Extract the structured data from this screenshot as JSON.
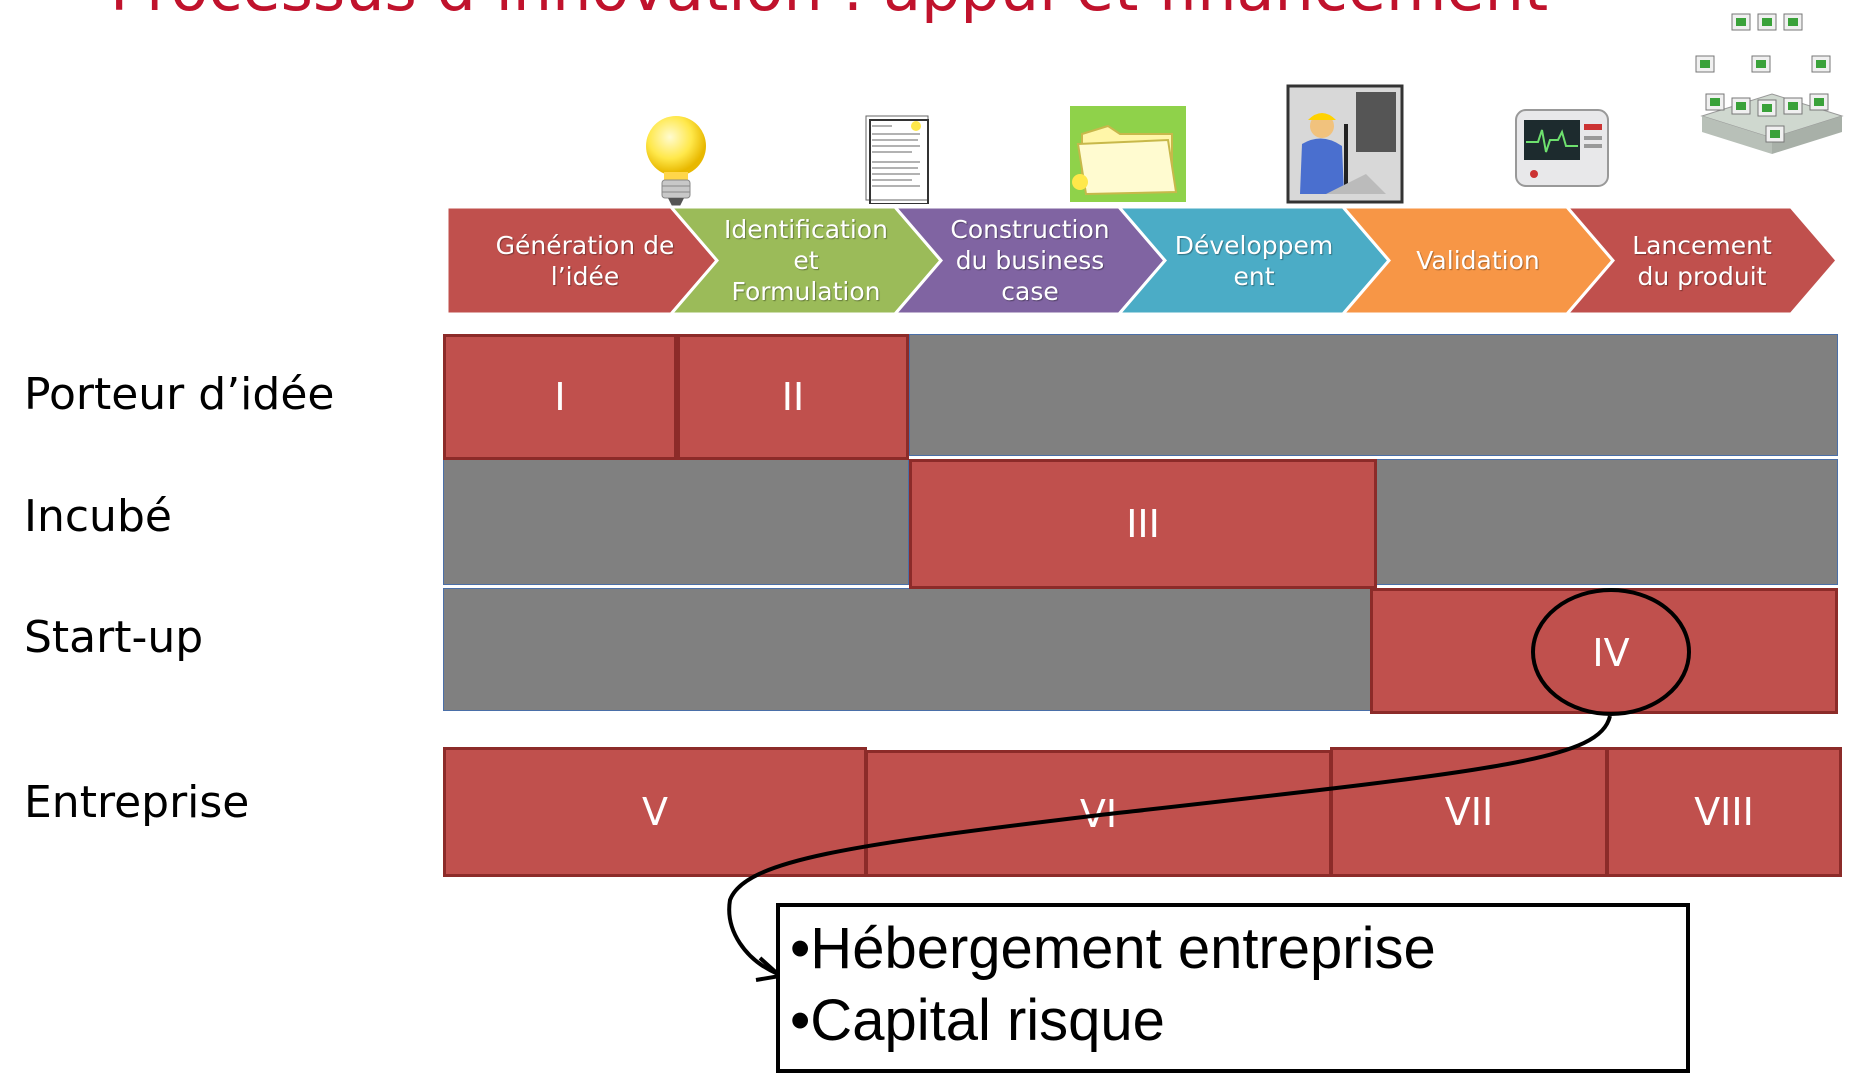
{
  "title": "Processus d’innovation : appui et financement",
  "phases": [
    {
      "label": "Génération de\nl’idée",
      "color": "#c0504d",
      "icon": "lightbulb-icon"
    },
    {
      "label": "Identification\net\nFormulation",
      "color": "#9bbb59",
      "icon": "document-icon"
    },
    {
      "label": "Construction\ndu business\ncase",
      "color": "#8064a2",
      "icon": "folder-icon"
    },
    {
      "label": "Développem\nent",
      "color": "#4bacc6",
      "icon": "engineer-icon"
    },
    {
      "label": "Validation",
      "color": "#f79646",
      "icon": "monitor-device-icon"
    },
    {
      "label": "Lancement\ndu produit",
      "color": "#c0504d",
      "icon": "products-icon"
    }
  ],
  "rows": [
    {
      "label": "Porteur d’idée",
      "cells": [
        "I",
        "II"
      ]
    },
    {
      "label": "Incubé",
      "cells": [
        "III"
      ]
    },
    {
      "label": "Start-up",
      "cells": [
        "IV"
      ]
    },
    {
      "label": "Entreprise",
      "cells": [
        "V",
        "VI",
        "VII",
        "VIII"
      ]
    }
  ],
  "highlight": "IV",
  "callout": {
    "items": [
      "•Hébergement entreprise",
      "•Capital risque"
    ]
  },
  "colors": {
    "title": "#c0122c",
    "stage": "#c0504d",
    "inactive": "#808080"
  }
}
